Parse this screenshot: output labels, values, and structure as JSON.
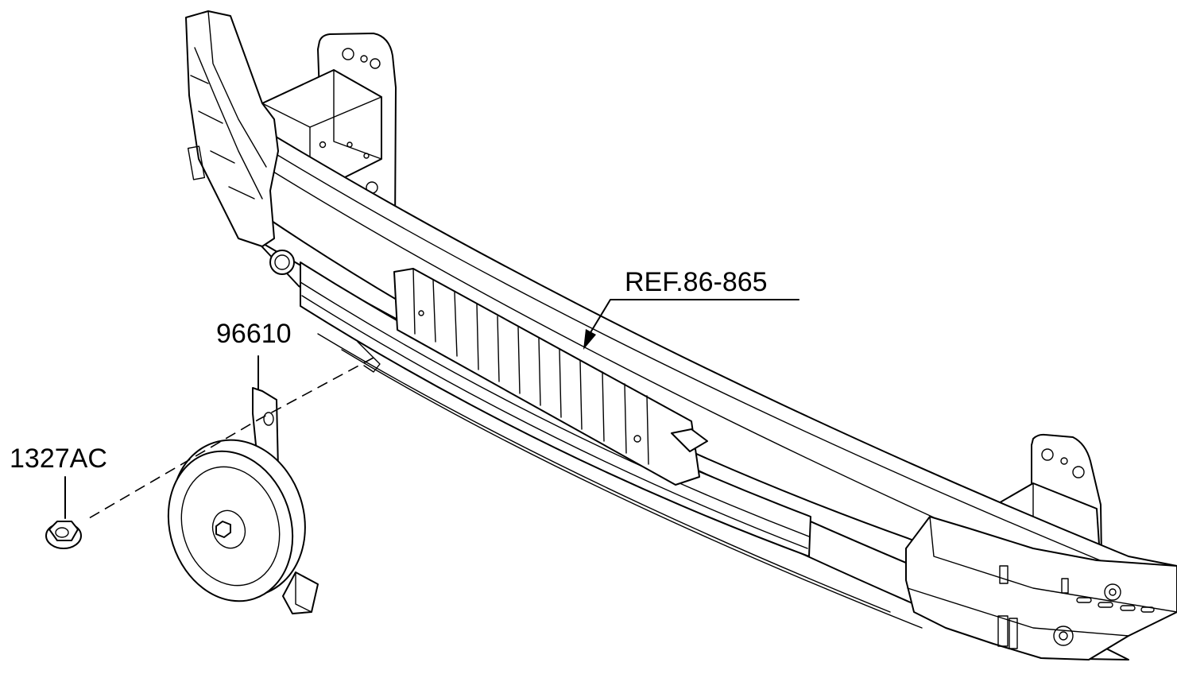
{
  "labels": {
    "reference": "REF.86-865",
    "horn_part": "96610",
    "nut_part": "1327AC"
  }
}
